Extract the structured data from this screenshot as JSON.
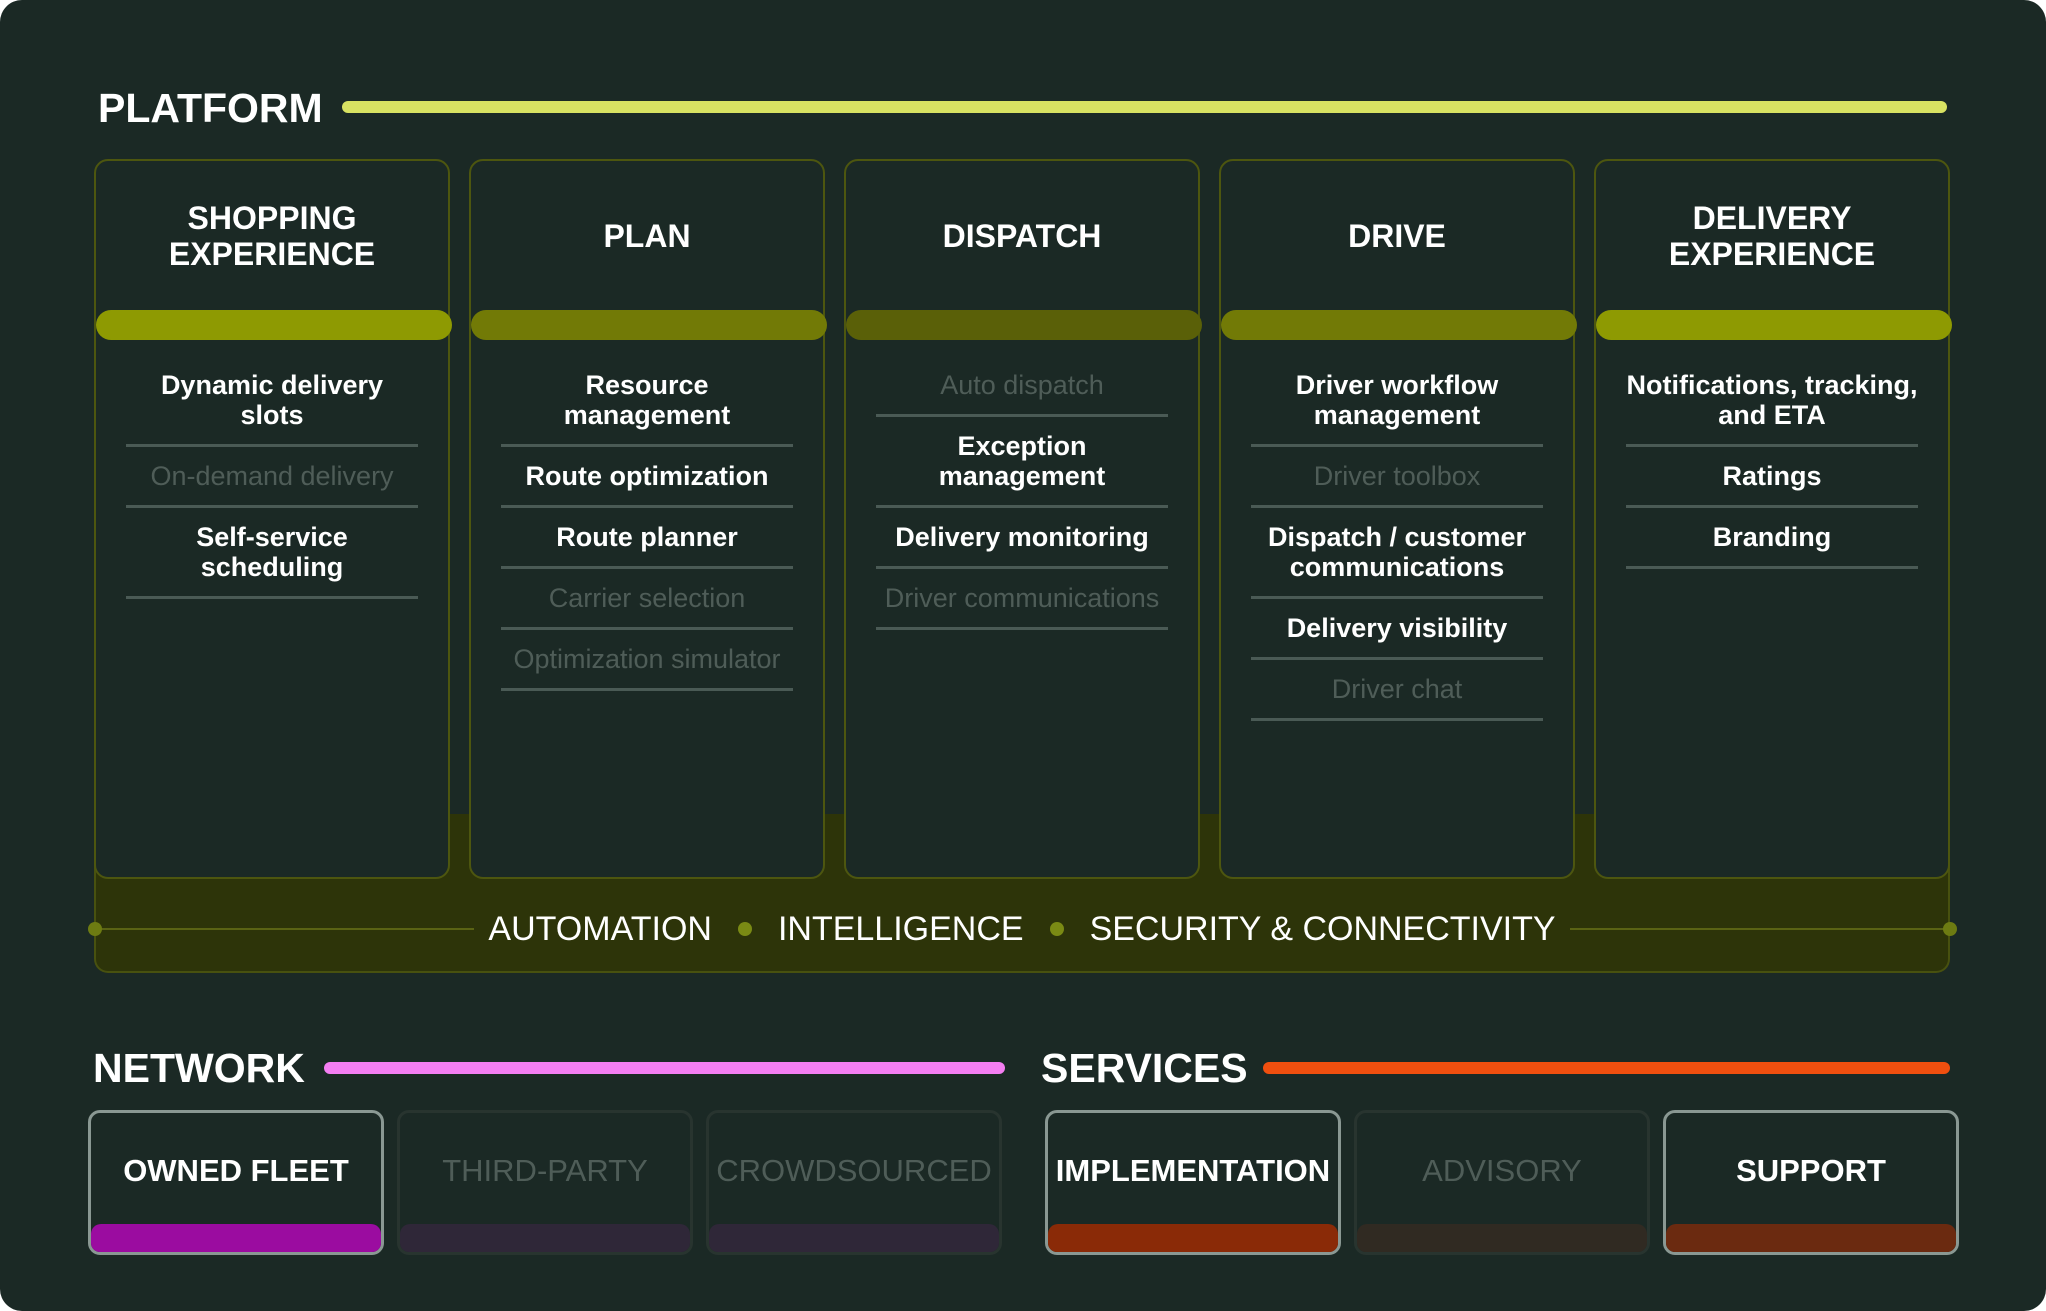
{
  "colors": {
    "background": "#1b2925",
    "platform_accent": "#d8e262",
    "network_accent": "#f47ef2",
    "services_accent": "#f04f0f",
    "band_fill": "#2d3409"
  },
  "platform": {
    "title": "PLATFORM",
    "columns": [
      {
        "title": "SHOPPING EXPERIENCE",
        "bar_color": "#8e9a02",
        "items": [
          {
            "label": "Dynamic delivery slots",
            "active": true
          },
          {
            "label": "On-demand delivery",
            "active": false
          },
          {
            "label": "Self-service scheduling",
            "active": true
          }
        ]
      },
      {
        "title": "PLAN",
        "bar_color": "#727a06",
        "items": [
          {
            "label": "Resource management",
            "active": true
          },
          {
            "label": "Route optimization",
            "active": true
          },
          {
            "label": "Route planner",
            "active": true
          },
          {
            "label": "Carrier selection",
            "active": false
          },
          {
            "label": "Optimization simulator",
            "active": false
          }
        ]
      },
      {
        "title": "DISPATCH",
        "bar_color": "#5a6008",
        "items": [
          {
            "label": "Auto dispatch",
            "active": false
          },
          {
            "label": "Exception management",
            "active": true
          },
          {
            "label": "Delivery monitoring",
            "active": true
          },
          {
            "label": "Driver communications",
            "active": false
          }
        ]
      },
      {
        "title": "DRIVE",
        "bar_color": "#727a06",
        "items": [
          {
            "label": "Driver workflow management",
            "active": true
          },
          {
            "label": "Driver toolbox",
            "active": false
          },
          {
            "label": "Dispatch / customer communications",
            "active": true
          },
          {
            "label": "Delivery visibility",
            "active": true
          },
          {
            "label": "Driver chat",
            "active": false
          }
        ]
      },
      {
        "title": "DELIVERY EXPERIENCE",
        "bar_color": "#8e9a02",
        "items": [
          {
            "label": "Notifications, tracking, and ETA",
            "active": true
          },
          {
            "label": "Ratings",
            "active": true
          },
          {
            "label": "Branding",
            "active": true
          }
        ]
      }
    ],
    "foundation": [
      "AUTOMATION",
      "INTELLIGENCE",
      "SECURITY & CONNECTIVITY"
    ]
  },
  "network": {
    "title": "NETWORK",
    "tiles": [
      {
        "label": "OWNED FLEET",
        "active": true,
        "bar_color": "#9b0ca0"
      },
      {
        "label": "THIRD-PARTY",
        "active": false,
        "bar_color": "#2f2738"
      },
      {
        "label": "CROWDSOURCED",
        "active": false,
        "bar_color": "#2f2738"
      }
    ]
  },
  "services": {
    "title": "SERVICES",
    "tiles": [
      {
        "label": "IMPLEMENTATION",
        "active": true,
        "bar_color": "#8a2a07"
      },
      {
        "label": "ADVISORY",
        "active": false,
        "bar_color": "#302a22"
      },
      {
        "label": "SUPPORT",
        "active": true,
        "bar_color": "#6b2a10"
      }
    ]
  }
}
